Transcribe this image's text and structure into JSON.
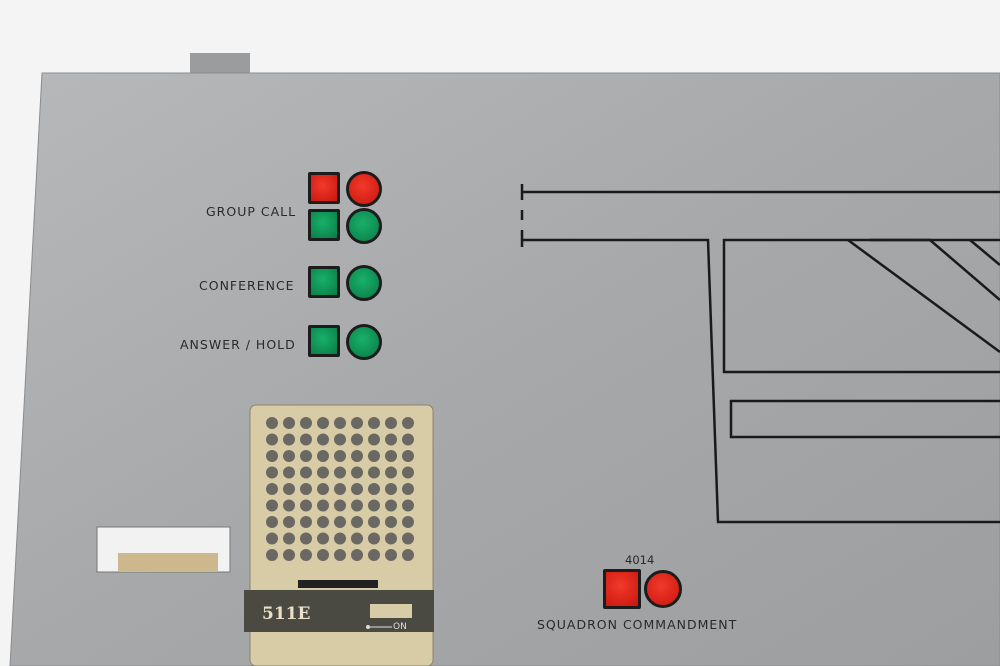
{
  "panel": {
    "labels": {
      "group_call": "GROUP CALL",
      "conference": "CONFERENCE",
      "answer_hold": "ANSWER / HOLD",
      "squadron": "SQUADRON COMMANDMENT",
      "squadron_number": "4014"
    },
    "speaker_unit": {
      "model": "511E",
      "switch_label": "ON",
      "grille_rows": 9,
      "grille_cols": 9
    },
    "colors": {
      "panel": "#a9abad",
      "red_button": "#e3261b",
      "green_button": "#0f9a58",
      "speaker_body": "#d8cca6",
      "speaker_strip": "#4a4a42"
    }
  }
}
